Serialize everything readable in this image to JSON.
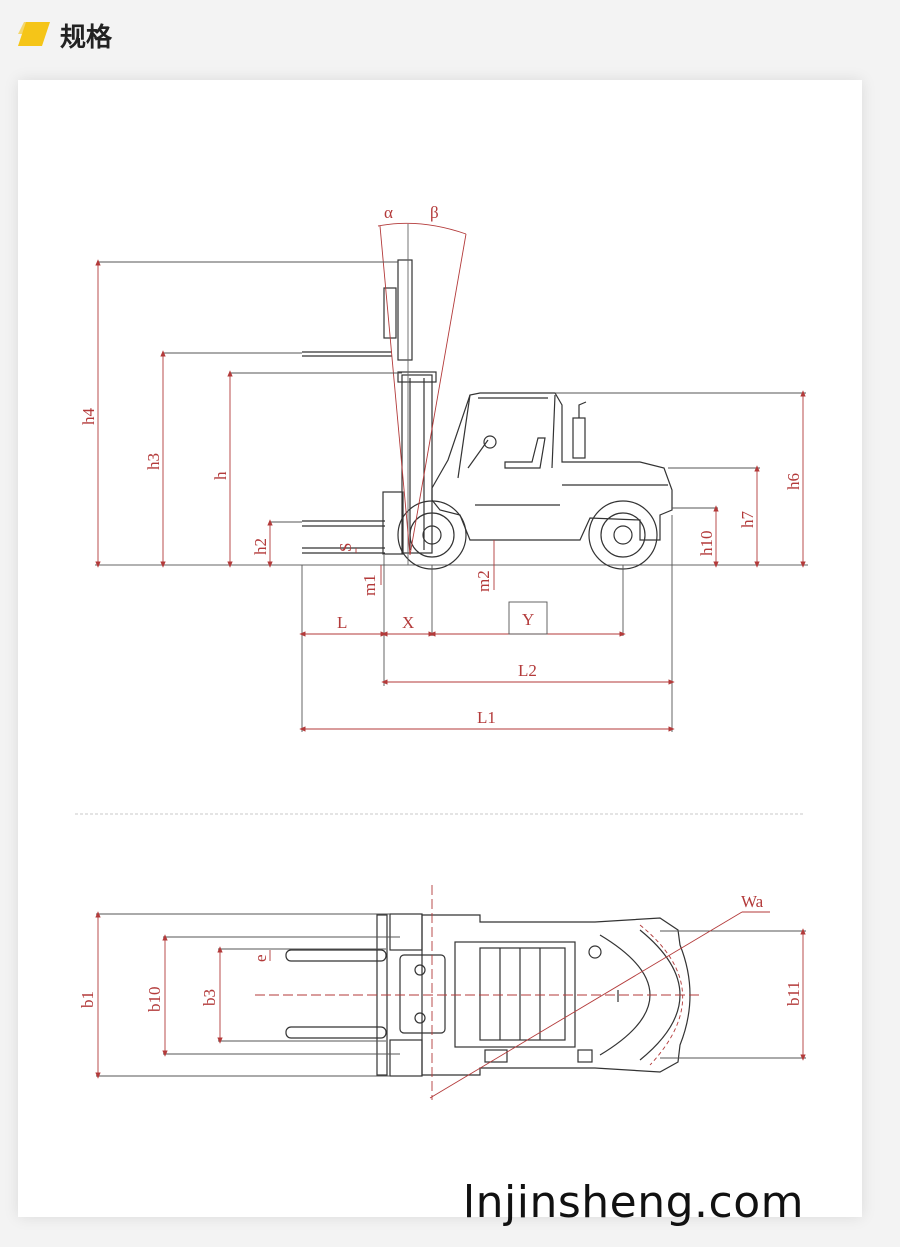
{
  "header": {
    "title": "规格"
  },
  "side_view": {
    "angles": {
      "alpha": "α",
      "beta": "β"
    },
    "heights": {
      "h4": "h4",
      "h3": "h3",
      "h": "h",
      "h2": "h2",
      "s": "S",
      "m1": "m1",
      "m2": "m2",
      "h10": "h10",
      "h7": "h7",
      "h6": "h6"
    },
    "lengths": {
      "l": "L",
      "x": "X",
      "y": "Y",
      "l2": "L2",
      "l1": "L1"
    }
  },
  "top_view": {
    "labels": {
      "wa": "Wa",
      "b1": "b1",
      "b10": "b10",
      "b3": "b3",
      "e": "e",
      "b11": "b11"
    }
  },
  "watermark": "lnjinsheng.com",
  "colors": {
    "dimension_line": "#b33a3a",
    "drawing_line": "#333333",
    "accent": "#f5c518"
  }
}
